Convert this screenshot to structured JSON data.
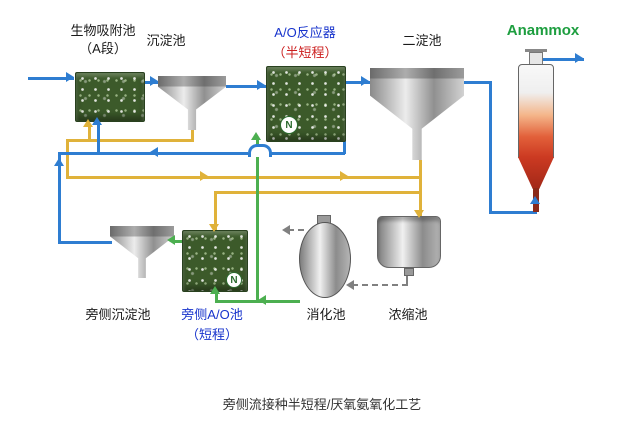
{
  "labels": {
    "bio_adsorption_line1": "生物吸附池",
    "bio_adsorption_line2": "（A段）",
    "sedimentation": "沉淀池",
    "ao_reactor_line1": "A/O反应器",
    "ao_reactor_line2": "（半短程）",
    "secondary_clarifier": "二淀池",
    "anammox": "Anammox",
    "side_sedimentation": "旁侧沉淀池",
    "side_ao_line1": "旁侧A/O池",
    "side_ao_line2": "（短程）",
    "digester": "消化池",
    "thickener": "浓缩池"
  },
  "logos": {
    "n_badge": "N"
  },
  "caption": "旁侧流接种半短程/厌氧氨氧化工艺",
  "colors": {
    "pipe_blue": "#2e7dd1",
    "pipe_yellow": "#e0b23a",
    "pipe_green": "#4caf50",
    "pipe_gray": "#808080",
    "label_blue": "#1733cc",
    "label_red": "#cc1f1f",
    "label_green": "#1d9e3f"
  }
}
